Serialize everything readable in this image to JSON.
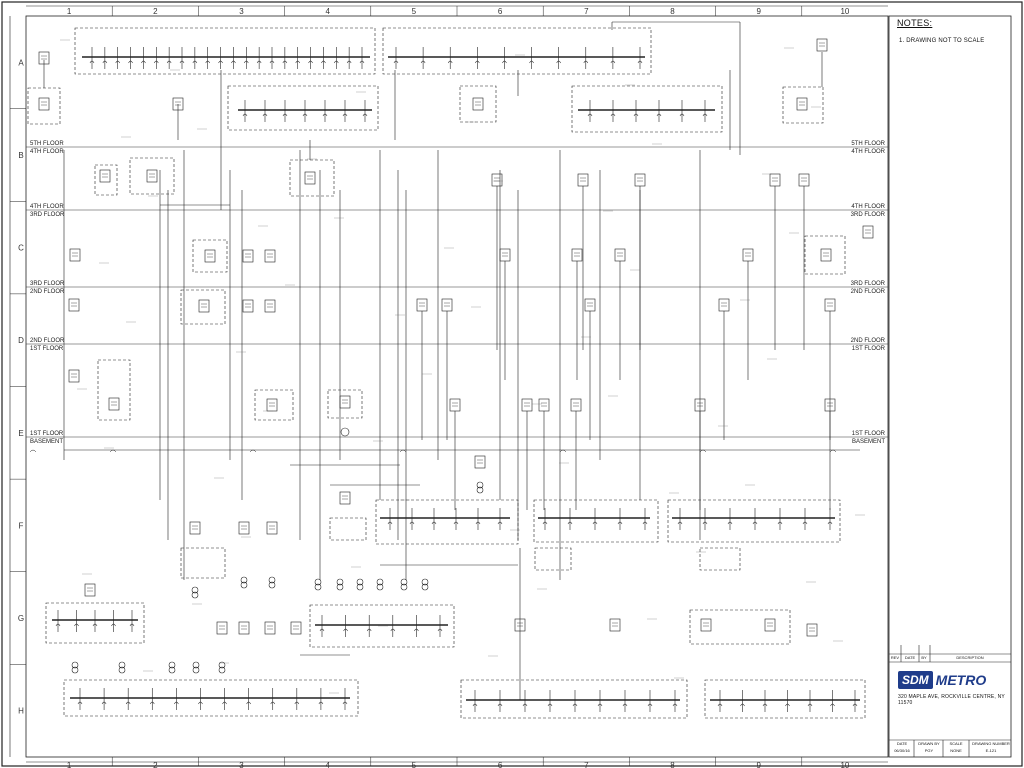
{
  "columns": [
    "1",
    "2",
    "3",
    "4",
    "5",
    "6",
    "7",
    "8",
    "9",
    "10"
  ],
  "rows": [
    "A",
    "B",
    "C",
    "D",
    "E",
    "F",
    "G",
    "H"
  ],
  "floors": [
    {
      "upper": "5TH FLOOR",
      "lower": "4TH FLOOR"
    },
    {
      "upper": "4TH FLOOR",
      "lower": "3RD FLOOR"
    },
    {
      "upper": "3RD FLOOR",
      "lower": "2ND FLOOR"
    },
    {
      "upper": "2ND FLOOR",
      "lower": "1ST FLOOR"
    },
    {
      "upper": "1ST FLOOR",
      "lower": "BASEMENT"
    }
  ],
  "notes": {
    "title": "NOTES:",
    "items": [
      "1. DRAWING NOT TO SCALE"
    ]
  },
  "revision_headers": {
    "rev": "REV",
    "date": "DATE",
    "by": "BY",
    "description": "DESCRIPTION"
  },
  "logo": {
    "badge": "SDM",
    "name": "METRO"
  },
  "address": "320 MAPLE AVE, ROCKVILLE CENTRE, NY 11570",
  "title_block": {
    "date_label": "DATE",
    "date_value": "06/30/16",
    "drawn_label": "DRAWN BY",
    "drawn_value": "PGY",
    "scale_label": "SCALE",
    "scale_value": "NONE",
    "number_label": "DRAWING NUMBER",
    "number_value": "E-121"
  }
}
